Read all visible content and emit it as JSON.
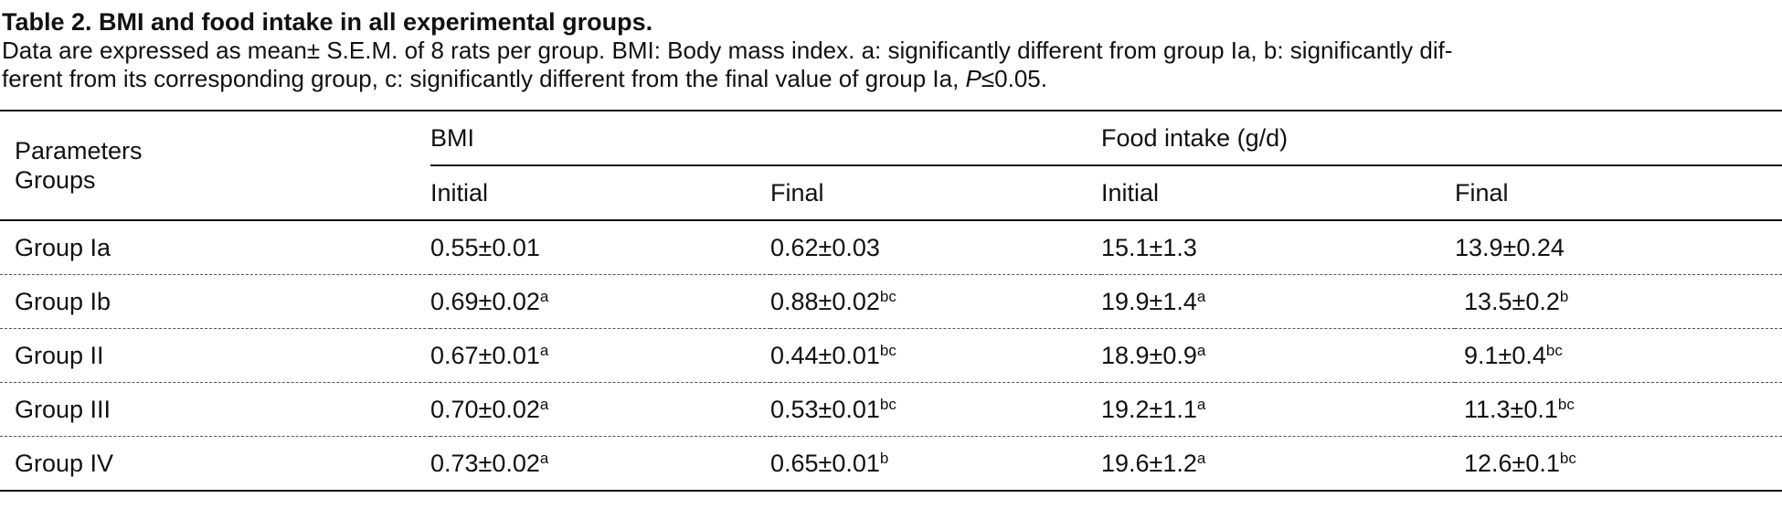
{
  "table": {
    "title": "Table 2. BMI and food intake in all experimental groups.",
    "caption_line1": "Data are expressed as mean± S.E.M. of 8 rats per group. BMI: Body mass index. a: significantly different from group Ia, b: significantly dif-",
    "caption_line2_prefix": "ferent from its corresponding group, c: significantly different from the final value of group Ia, ",
    "caption_p": "P",
    "caption_line2_suffix": "≤0.05.",
    "header": {
      "parameters": "Parameters",
      "groups": "Groups",
      "bmi": "BMI",
      "food_intake": "Food intake (g/d)",
      "initial_1": "Initial",
      "final_1": "Final",
      "initial_2": "Initial",
      "final_2": "Final"
    },
    "rows": [
      {
        "group": "Group Ia",
        "bmi_initial": "0.55±0.01",
        "bmi_initial_sup": "",
        "bmi_final": "0.62±0.03",
        "bmi_final_sup": "",
        "food_initial": "15.1±1.3",
        "food_initial_sup": "",
        "food_final": "13.9±0.24",
        "food_final_sup": ""
      },
      {
        "group": "Group Ib",
        "bmi_initial": "0.69±0.02",
        "bmi_initial_sup": "a",
        "bmi_final": "0.88±0.02",
        "bmi_final_sup": "bc",
        "food_initial": "19.9±1.4",
        "food_initial_sup": "a",
        "food_final": "13.5±0.2",
        "food_final_sup": "b"
      },
      {
        "group": "Group II",
        "bmi_initial": "0.67±0.01",
        "bmi_initial_sup": "a",
        "bmi_final": "0.44±0.01",
        "bmi_final_sup": "bc",
        "food_initial": "18.9±0.9",
        "food_initial_sup": "a",
        "food_final": "9.1±0.4",
        "food_final_sup": "bc"
      },
      {
        "group": "Group III",
        "bmi_initial": "0.70±0.02",
        "bmi_initial_sup": "a",
        "bmi_final": "0.53±0.01",
        "bmi_final_sup": "bc",
        "food_initial": "19.2±1.1",
        "food_initial_sup": "a",
        "food_final": "11.3±0.1",
        "food_final_sup": "bc"
      },
      {
        "group": "Group IV",
        "bmi_initial": "0.73±0.02",
        "bmi_initial_sup": "a",
        "bmi_final": "0.65±0.01",
        "bmi_final_sup": "b",
        "food_initial": "19.6±1.2",
        "food_initial_sup": "a",
        "food_final": "12.6±0.1",
        "food_final_sup": "bc"
      }
    ]
  }
}
